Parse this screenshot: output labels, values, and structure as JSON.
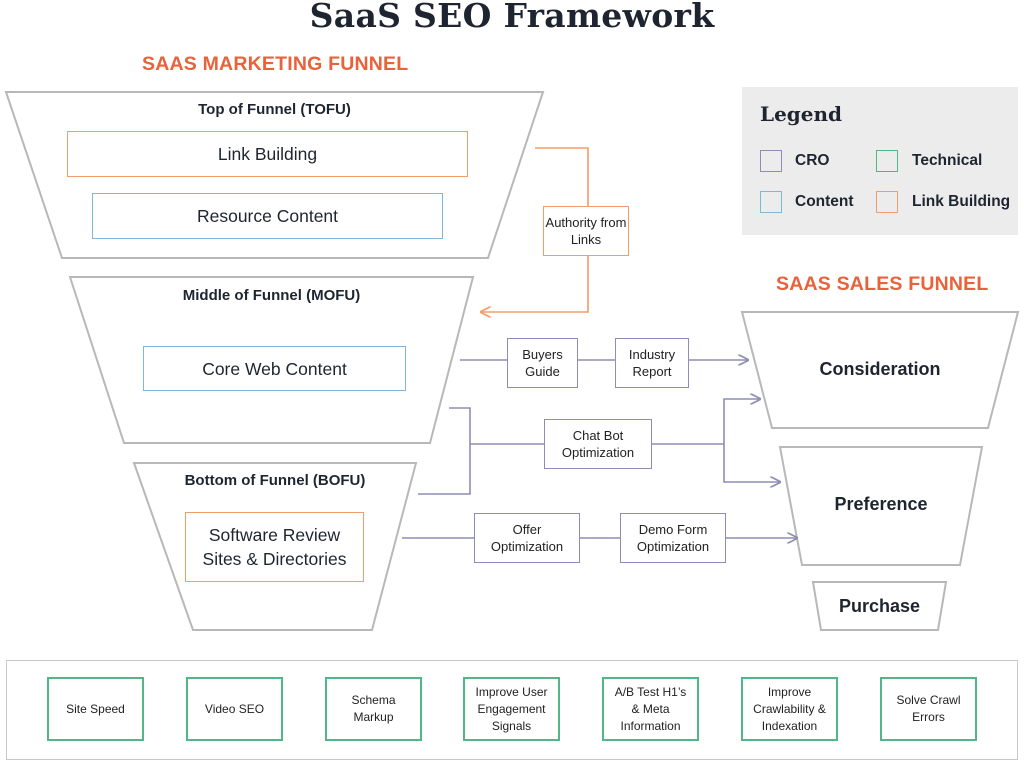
{
  "title": "SaaS SEO Framework",
  "marketing_funnel": {
    "heading": "SAAS MARKETING FUNNEL",
    "tofu": {
      "label": "Top of Funnel (TOFU)",
      "items": [
        "Link Building",
        "Resource Content"
      ]
    },
    "mofu": {
      "label": "Middle of Funnel (MOFU)",
      "items": [
        "Core Web Content"
      ]
    },
    "bofu": {
      "label": "Bottom of Funnel (BOFU)",
      "items": [
        "Software Review Sites & Directories"
      ]
    }
  },
  "connectors": {
    "authority": "Authority from Links",
    "buyers_guide": "Buyers Guide",
    "industry_report": "Industry Report",
    "chat_bot": "Chat Bot Optimization",
    "offer": "Offer Optimization",
    "demo_form": "Demo Form Optimization"
  },
  "sales_funnel": {
    "heading": "SAAS SALES FUNNEL",
    "stages": [
      "Consideration",
      "Preference",
      "Purchase"
    ]
  },
  "legend": {
    "title": "Legend",
    "items": [
      {
        "label": "CRO",
        "color": "#8f8db3"
      },
      {
        "label": "Technical",
        "color": "#53b689"
      },
      {
        "label": "Content",
        "color": "#7fb6da"
      },
      {
        "label": "Link Building",
        "color": "#ef9d6a"
      }
    ]
  },
  "technical": [
    "Site Speed",
    "Video SEO",
    "Schema Markup",
    "Improve User Engagement Signals",
    "A/B Test H1’s & Meta Information",
    "Improve Crawlability & Indexation",
    "Solve Crawl Errors"
  ],
  "colors": {
    "accent": "#e8623a",
    "cro": "#8f8db3",
    "technical": "#53b689",
    "content": "#7fb6da",
    "link_building": "#ef9d6a",
    "funnel_outline": "#b8b8b8"
  }
}
